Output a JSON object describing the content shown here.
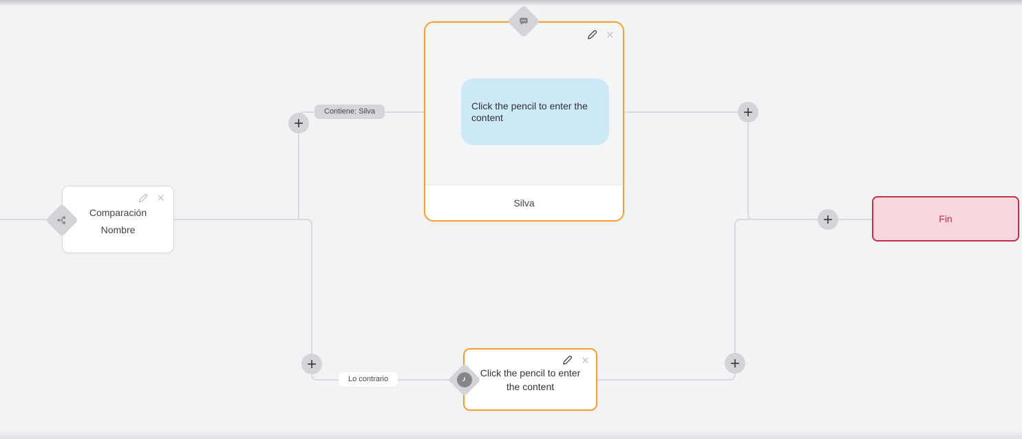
{
  "canvas": {
    "background": "#f2f3f5",
    "edge_color": "#d8d9dd"
  },
  "icons": {
    "close": "×",
    "plus": "+",
    "types": [
      "branch-icon",
      "chat-bubble-icon",
      "clock-icon"
    ]
  },
  "nodes": {
    "comparison": {
      "type_icon": "branch-icon",
      "lines": [
        "Comparación",
        "Nombre"
      ]
    },
    "message": {
      "type_icon": "chat-bubble-icon",
      "accent_color": "#f5a02e",
      "bubble_color": "#cde9f8",
      "placeholder": "Click the pencil to enter the content",
      "footer_label": "Silva"
    },
    "timeout": {
      "type_icon": "clock-icon",
      "accent_color": "#f5a02e",
      "placeholder": "Click the pencil to enter the content"
    },
    "fin": {
      "label": "Fin",
      "color": "#c03048",
      "background": "#f6d8dc"
    }
  },
  "edges": {
    "labels": [
      {
        "text": "Contiene: Silva",
        "style": "gray"
      },
      {
        "text": "Lo contrario",
        "style": "white"
      }
    ]
  }
}
